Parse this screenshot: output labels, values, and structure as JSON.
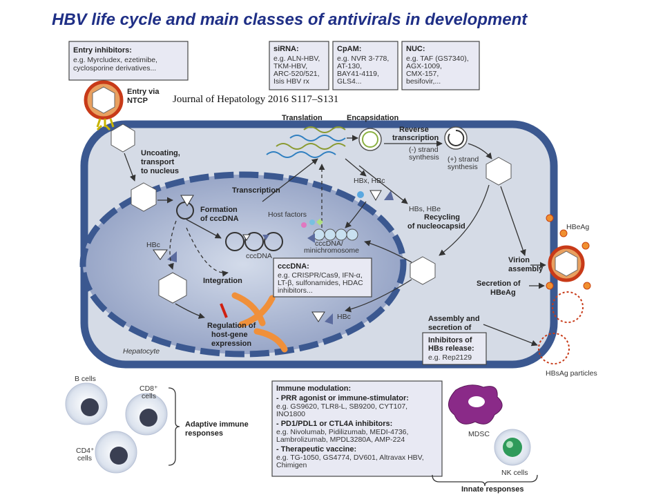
{
  "title": "HBV life cycle and main classes of antivirals in development",
  "citation": "Journal of Hepatology 2016 S117–S131",
  "boxes": {
    "entry": {
      "title": "Entry inhibitors:",
      "lines": [
        "e.g. Myrcludex, ezetimibe,",
        "cyclosporine derivatives..."
      ]
    },
    "sirna": {
      "title": "siRNA:",
      "lines": [
        "e.g. ALN-HBV,",
        "TKM-HBV,",
        "ARC-520/521,",
        "Isis HBV rx"
      ]
    },
    "cpam": {
      "title": "CpAM:",
      "lines": [
        "e.g. NVR 3-778,",
        "AT-130,",
        "BAY41-4119,",
        "GLS4..."
      ]
    },
    "nuc": {
      "title": "NUC:",
      "lines": [
        "e.g. TAF (GS7340),",
        "AGX-1009,",
        "CMX-157,",
        "besifovir,..."
      ]
    },
    "cccdna": {
      "title": "cccDNA:",
      "lines": [
        "e.g. CRISPR/Cas9, IFN-α,",
        "LT-β, sulfonamides, HDAC",
        "inhibitors..."
      ]
    },
    "hbs": {
      "title_lines": [
        "Inhibitors of",
        "HBs release:"
      ],
      "lines": [
        "e.g. Rep2129"
      ]
    },
    "immune": {
      "title": "Immune modulation:",
      "sections": [
        {
          "head": "- PRR agonist or immune-stimulator:",
          "lines": [
            "e.g. GS9620, TLR8-L, SB9200, CYT107,",
            "INO1800"
          ]
        },
        {
          "head": "- PD1/PDL1 or CTL4A inhibitors:",
          "lines": [
            "e.g. Nivolumab, Pidilizumab, MEDI-4736,",
            "Lambrolizumab, MPDL3280A, AMP-224"
          ]
        },
        {
          "head": "- Therapeutic vaccine:",
          "lines": [
            "e.g. TG-1050, GS4774, DV601, Altravax HBV,",
            "Chimigen"
          ]
        }
      ]
    }
  },
  "labels": {
    "entry_via": [
      "Entry via",
      "NTCP"
    ],
    "uncoating": [
      "Uncoating,",
      "transport",
      "to nucleus"
    ],
    "formation": [
      "Formation",
      "of cccDNA"
    ],
    "transcription": "Transcription",
    "translation": "Translation",
    "encapsidation": "Encapsidation",
    "reverse": [
      "Reverse",
      "transcription"
    ],
    "minus_strand": [
      "(-) strand",
      "synthesis"
    ],
    "plus_strand": [
      "(+) strand",
      "synthesis"
    ],
    "hbx_hbc": "HBx, HBc",
    "hbs_hbe": "HBs, HBe",
    "host_factors": "Host factors",
    "cccdna": "cccDNA",
    "minichromosome": [
      "cccDNA/",
      "minichromosome"
    ],
    "recycling": [
      "Recycling",
      "of nucleocapsid"
    ],
    "hbc": "HBc",
    "hbc2": "HBc",
    "integration": "Integration",
    "regulation": [
      "Regulation of",
      "host-gene",
      "expression"
    ],
    "hepatocyte": "Hepatocyte",
    "virion": [
      "Virion",
      "assembly"
    ],
    "secretion": [
      "Secretion of",
      "HBeAg"
    ],
    "assembly_secretion": [
      "Assembly and",
      "secretion of"
    ],
    "hbeag": "HBeAg",
    "hbsag_particles": "HBsAg particles",
    "b_cells": "B cells",
    "cd8_cells": [
      "CD8⁺",
      "cells"
    ],
    "cd4_cells": [
      "CD4⁺",
      "cells"
    ],
    "adaptive": [
      "Adaptive immune",
      "responses"
    ],
    "mdsc": "MDSC",
    "nk_cells": "NK cells",
    "innate": "Innate responses"
  },
  "colors": {
    "title": "#1f2f86",
    "cell": "#d5dbe6",
    "nucleus": "#9aa8c8",
    "membrane": "#3b5890",
    "virion": "#c83a18",
    "chromosome": "#f0903a",
    "mdsc": "#8a2a88",
    "nk": "#2f9a5a"
  }
}
